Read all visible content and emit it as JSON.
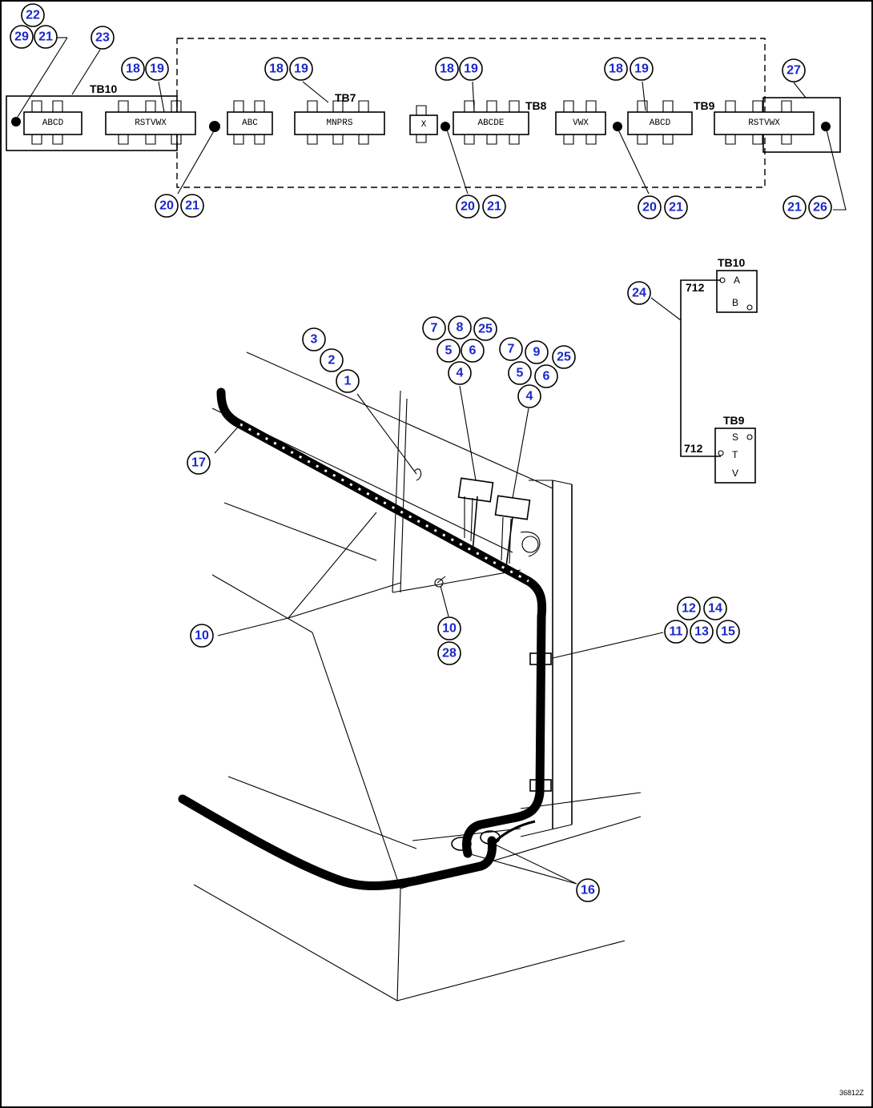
{
  "balloons": {
    "b22": "22",
    "b29": "29",
    "b21a": "21",
    "b23": "23",
    "b18a": "18",
    "b19a": "19",
    "b18b": "18",
    "b19b": "19",
    "b18c": "18",
    "b19c": "19",
    "b18d": "18",
    "b19d": "19",
    "b27": "27",
    "b20a": "20",
    "b21b": "21",
    "b20b": "20",
    "b21c": "21",
    "b20c": "20",
    "b21d": "21",
    "b21e": "21",
    "b26": "26",
    "b24": "24",
    "b3": "3",
    "b2": "2",
    "b1": "1",
    "b7a": "7",
    "b8": "8",
    "b25a": "25",
    "b5a": "5",
    "b6a": "6",
    "b4a": "4",
    "b7b": "7",
    "b9": "9",
    "b25b": "25",
    "b5b": "5",
    "b6b": "6",
    "b4b": "4",
    "b17": "17",
    "b10a": "10",
    "b10b": "10",
    "b28": "28",
    "b12": "12",
    "b14": "14",
    "b11": "11",
    "b13": "13",
    "b15": "15",
    "b16": "16"
  },
  "labels": {
    "tb10_top": "TB10",
    "tb7": "TB7",
    "tb8": "TB8",
    "tb9_top": "TB9",
    "tb10_side": "TB10",
    "tb9_side": "TB9",
    "wire_712_top": "712",
    "wire_712_bottom": "712",
    "drawing_number": "36812Z"
  },
  "terminals": {
    "tb10_side": [
      "A",
      "B"
    ],
    "tb9_side": [
      "S",
      "T",
      "V"
    ],
    "strip_a": "ABCD",
    "strip_b": "RSTVWX",
    "strip_c": "ABC",
    "strip_d": "MNPRS",
    "strip_e": "X",
    "strip_f": "ABCDE",
    "strip_g": "VWX",
    "strip_h": "ABCD",
    "strip_i": "RSTVWX"
  },
  "colors": {
    "balloon_text": "#1a28c8",
    "line": "#000000",
    "background": "#ffffff"
  }
}
